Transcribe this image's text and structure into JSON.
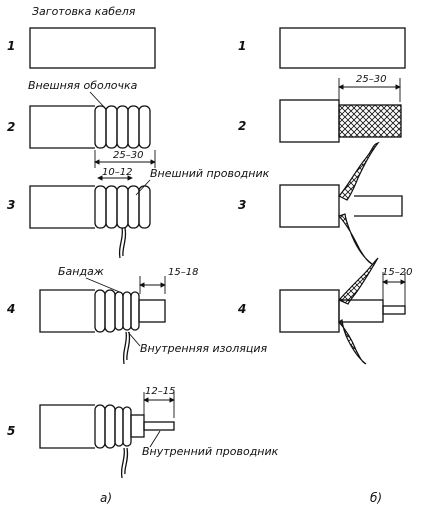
{
  "labels": {
    "blank": "Заготовка кабеля",
    "outer_sheath": "Внешняя оболочка",
    "outer_conductor": "Внешний проводник",
    "bandage": "Бандаж",
    "inner_insulation": "Внутренняя изоляция",
    "inner_conductor": "Внутренний проводник"
  },
  "steps_a": [
    "1",
    "2",
    "3",
    "4",
    "5"
  ],
  "steps_b": [
    "1",
    "2",
    "3",
    "4"
  ],
  "dimensions_a": {
    "strip_length": "25–30",
    "wrap_length": "10–12",
    "insulation_length": "15–18",
    "conductor_length": "12–15"
  },
  "dimensions_b": {
    "braid_length": "25–30",
    "insulation_length": "15–20"
  },
  "captions": {
    "a": "а)",
    "b": "б)"
  }
}
